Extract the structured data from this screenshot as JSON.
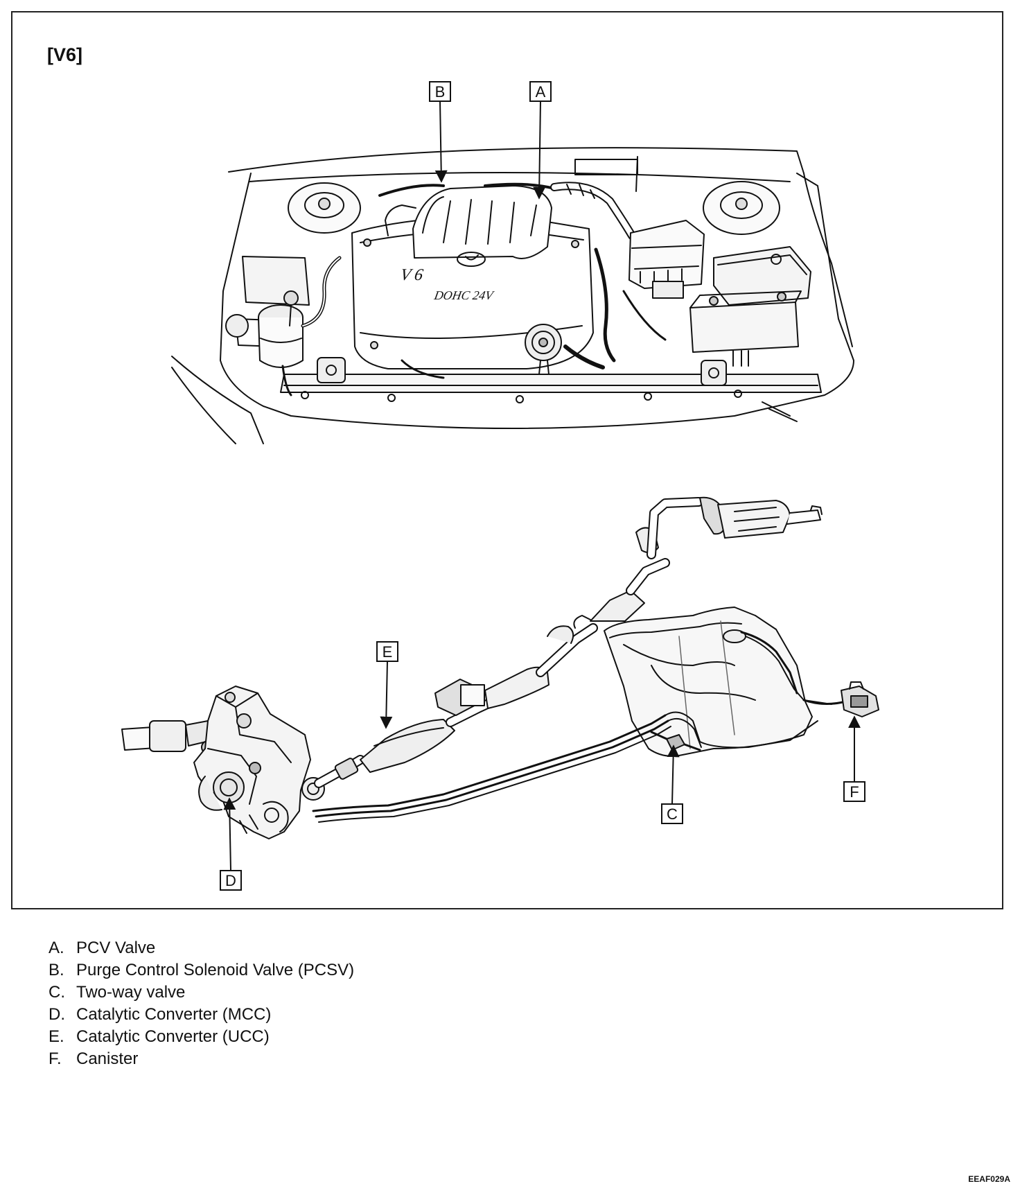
{
  "title": "[V6]",
  "engine_cover": {
    "line1": "V 6",
    "line2": "DOHC 24V"
  },
  "callouts": [
    {
      "key": "A",
      "label": "PCV Valve"
    },
    {
      "key": "B",
      "label": "Purge Control Solenoid Valve (PCSV)"
    },
    {
      "key": "C",
      "label": "Two-way valve"
    },
    {
      "key": "D",
      "label": "Catalytic Converter (MCC)"
    },
    {
      "key": "E",
      "label": "Catalytic Converter (UCC)"
    },
    {
      "key": "F",
      "label": "Canister"
    }
  ],
  "figure_code": "EEAF029A",
  "colors": {
    "line": "#111111",
    "fill_light": "#f2f2f2",
    "fill_mid": "#d9d9d9",
    "fill_dark": "#9a9a9a"
  }
}
